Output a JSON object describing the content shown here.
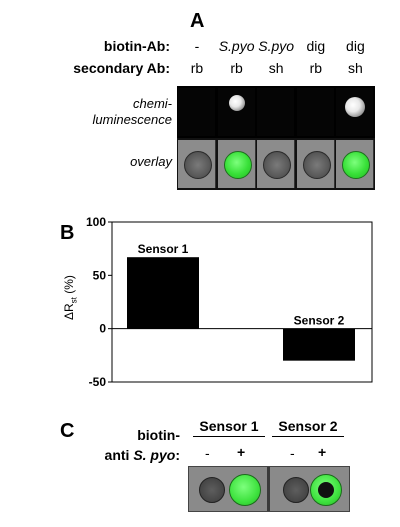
{
  "panelA": {
    "letter": "A",
    "row1_label": "biotin-Ab:",
    "row2_label": "secondary Ab:",
    "columns": [
      {
        "biotin": "-",
        "secondary": "rb",
        "chemi_spot": false,
        "overlay_green": false
      },
      {
        "biotin": "S.pyo",
        "secondary": "rb",
        "chemi_spot": true,
        "overlay_green": true
      },
      {
        "biotin": "S.pyo",
        "secondary": "sh",
        "chemi_spot": false,
        "overlay_green": false
      },
      {
        "biotin": "dig",
        "secondary": "rb",
        "chemi_spot": false,
        "overlay_green": false
      },
      {
        "biotin": "dig",
        "secondary": "sh",
        "chemi_spot": true,
        "overlay_green": true
      }
    ],
    "row_chemi_label": "chemi-\nluminescence",
    "row_overlay_label": "overlay"
  },
  "panelB": {
    "letter": "B",
    "chart_data": {
      "type": "bar",
      "categories": [
        "Sensor 1",
        "Sensor 2"
      ],
      "values": [
        67,
        -30
      ],
      "ylabel": "ΔR",
      "ylabel_sub": "st",
      "ylabel_suffix": " (%)",
      "ylim": [
        -50,
        100
      ],
      "yticks": [
        -50,
        0,
        50,
        100
      ],
      "ytick_labels": [
        "-50",
        "0",
        "50",
        "100"
      ],
      "bar_color": "#000000",
      "bar_labels": [
        "Sensor 1",
        "Sensor 2"
      ]
    }
  },
  "panelC": {
    "letter": "C",
    "row_label_line1": "biotin-",
    "row_label_line2_prefix": "anti ",
    "row_label_line2_ital": "S. pyo",
    "row_label_line2_suffix": ":",
    "sensors": [
      {
        "name": "Sensor 1",
        "minus": "-",
        "plus": "+"
      },
      {
        "name": "Sensor 2",
        "minus": "-",
        "plus": "+"
      }
    ],
    "green_color": "#3ee23e"
  }
}
